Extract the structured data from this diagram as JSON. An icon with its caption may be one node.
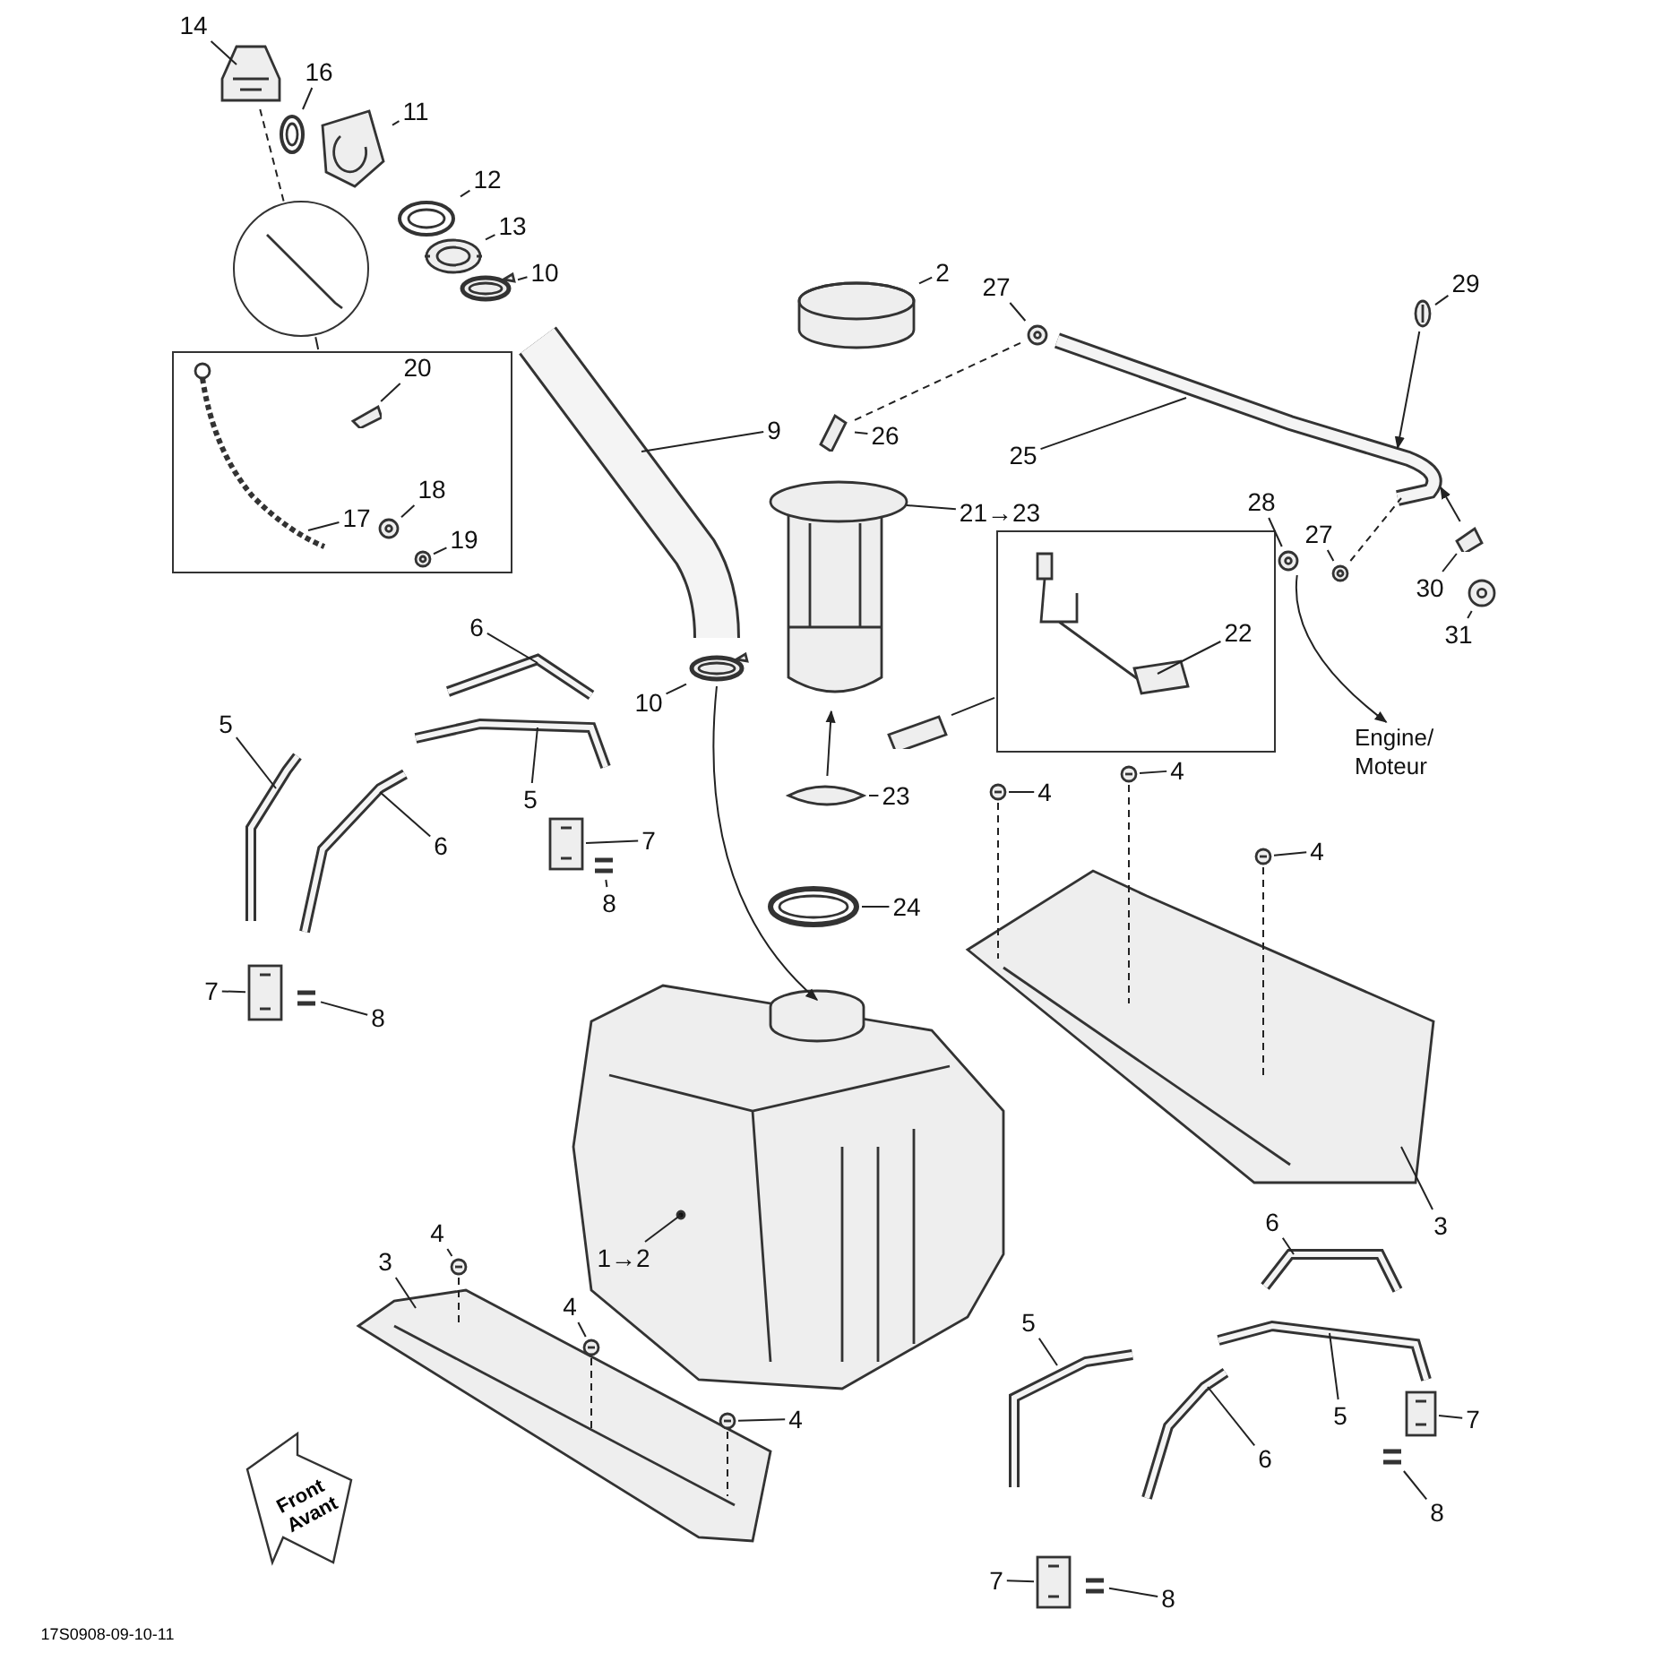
{
  "diagram": {
    "nodes": [
      {
        "text": [
          "14"
        ]
      },
      {
        "text": [
          "16"
        ]
      },
      {
        "text": [
          "11"
        ]
      },
      {
        "text": [
          "12"
        ]
      },
      {
        "text": [
          "13"
        ]
      },
      {
        "text": [
          "10"
        ]
      },
      {
        "text": [],
        "shape": "circle"
      },
      {
        "text": [],
        "shape": "box"
      },
      {
        "text": [
          "20"
        ],
        "in": 7
      },
      {
        "text": [
          "17"
        ],
        "in": 7
      },
      {
        "text": [
          "18"
        ],
        "in": 7
      },
      {
        "text": [
          "19"
        ],
        "in": 7
      },
      {
        "text": [
          "9"
        ]
      },
      {
        "text": [
          "2"
        ]
      },
      {
        "text": [
          "27"
        ]
      },
      {
        "text": [
          "29"
        ]
      },
      {
        "text": [
          "26"
        ]
      },
      {
        "text": [
          "25"
        ]
      },
      {
        "text": [
          "21→23"
        ]
      },
      {
        "text": [],
        "shape": "box"
      },
      {
        "text": [
          "22"
        ],
        "in": 19
      },
      {
        "text": [
          "28"
        ]
      },
      {
        "text": [
          "27"
        ]
      },
      {
        "text": [
          "30"
        ]
      },
      {
        "text": [
          "31"
        ]
      },
      {
        "text": [
          "Engine/ Moteur"
        ]
      },
      {
        "text": [
          "6"
        ]
      },
      {
        "text": [
          "5"
        ]
      },
      {
        "text": [
          "5"
        ]
      },
      {
        "text": [
          "10"
        ]
      },
      {
        "text": [
          "23"
        ]
      },
      {
        "text": [
          "4"
        ]
      },
      {
        "text": [
          "4"
        ]
      },
      {
        "text": [
          "4"
        ]
      },
      {
        "text": [
          "6"
        ]
      },
      {
        "text": [
          "7"
        ]
      },
      {
        "text": [
          "8"
        ]
      },
      {
        "text": [
          "24"
        ]
      },
      {
        "text": [
          "7"
        ]
      },
      {
        "text": [
          "8"
        ]
      },
      {
        "text": [
          "3"
        ]
      },
      {
        "text": [
          "1→2"
        ],
        "in": 93
      },
      {
        "text": [
          "4"
        ]
      },
      {
        "text": [
          "3"
        ]
      },
      {
        "text": [
          "4"
        ]
      },
      {
        "text": [
          "4"
        ]
      },
      {
        "text": [
          "6"
        ]
      },
      {
        "text": [
          "5"
        ]
      },
      {
        "text": [
          "5"
        ]
      },
      {
        "text": [
          "6"
        ]
      },
      {
        "text": [
          "7"
        ]
      },
      {
        "text": [
          "8"
        ]
      },
      {
        "text": [
          "7"
        ]
      },
      {
        "text": [
          "8"
        ]
      },
      {
        "text": [],
        "shape": "picture"
      },
      {
        "text": [],
        "shape": "picture"
      },
      {
        "text": [],
        "shape": "picture"
      },
      {
        "text": [],
        "shape": "picture"
      },
      {
        "text": [],
        "shape": "picture"
      },
      {
        "text": [],
        "shape": "picture"
      },
      {
        "text": [],
        "shape": "picture"
      },
      {
        "text": [],
        "shape": "picture"
      },
      {
        "text": [],
        "shape": "picture",
        "in": 6
      },
      {
        "text": [],
        "shape": "picture",
        "in": 7
      },
      {
        "text": [],
        "shape": "picture",
        "in": 7
      },
      {
        "text": [],
        "shape": "picture",
        "in": 7
      },
      {
        "text": [],
        "shape": "picture",
        "in": 7
      },
      {
        "text": [],
        "shape": "picture"
      },
      {
        "text": [],
        "shape": "picture"
      },
      {
        "text": [],
        "shape": "picture"
      },
      {
        "text": [],
        "shape": "picture"
      },
      {
        "text": [],
        "shape": "picture",
        "in": 19
      },
      {
        "text": [],
        "shape": "picture"
      },
      {
        "text": [],
        "shape": "picture"
      },
      {
        "text": [],
        "shape": "picture"
      },
      {
        "text": [],
        "shape": "picture"
      },
      {
        "text": [],
        "shape": "picture"
      },
      {
        "text": [],
        "shape": "picture"
      },
      {
        "text": [],
        "shape": "picture"
      },
      {
        "text": [],
        "shape": "picture"
      },
      {
        "text": [],
        "shape": "picture"
      },
      {
        "text": [],
        "shape": "picture"
      },
      {
        "text": [],
        "shape": "picture"
      },
      {
        "text": [],
        "shape": "picture"
      },
      {
        "text": [],
        "shape": "picture"
      },
      {
        "text": [],
        "shape": "picture"
      },
      {
        "text": [],
        "shape": "picture"
      },
      {
        "text": [],
        "shape": "picture"
      },
      {
        "text": [],
        "shape": "picture"
      },
      {
        "text": [],
        "shape": "picture"
      },
      {
        "text": [],
        "shape": "picture"
      },
      {
        "text": [],
        "shape": "picture"
      },
      {
        "text": [],
        "shape": "picture"
      },
      {
        "text": [],
        "shape": "picture"
      },
      {
        "text": [],
        "shape": "picture"
      },
      {
        "text": [],
        "shape": "picture"
      },
      {
        "text": [],
        "shape": "picture"
      },
      {
        "text": [],
        "shape": "picture"
      },
      {
        "text": [],
        "shape": "picture"
      },
      {
        "text": [],
        "shape": "picture"
      },
      {
        "text": [],
        "shape": "picture"
      },
      {
        "text": [],
        "shape": "picture"
      },
      {
        "text": [],
        "shape": "picture"
      },
      {
        "text": [],
        "shape": "picture"
      },
      {
        "text": [],
        "shape": "picture"
      },
      {
        "text": [],
        "shape": "picture"
      }
    ],
    "edges": [
      {
        "from": 0,
        "to": 54,
        "arrow": "none"
      },
      {
        "from": 1,
        "to": 55,
        "arrow": "none"
      },
      {
        "from": 2,
        "to": 56,
        "arrow": "none"
      },
      {
        "from": 3,
        "to": 57,
        "arrow": "none"
      },
      {
        "from": 4,
        "to": 58,
        "arrow": "none"
      },
      {
        "from": 5,
        "to": 59,
        "arrow": "none"
      },
      {
        "from": 6,
        "to": 54,
        "arrow": "none",
        "style": "dashed"
      },
      {
        "from": 6,
        "to": 7,
        "arrow": "none"
      },
      {
        "from": 8,
        "to": 64,
        "arrow": "none"
      },
      {
        "from": 9,
        "to": 63,
        "arrow": "none"
      },
      {
        "from": 10,
        "to": 65,
        "arrow": "none"
      },
      {
        "from": 11,
        "to": 66,
        "arrow": "none"
      },
      {
        "from": 12,
        "to": 60,
        "arrow": "none"
      },
      {
        "from": 13,
        "to": 67,
        "arrow": "none"
      },
      {
        "from": 14,
        "to": 72,
        "arrow": "none"
      },
      {
        "from": 15,
        "to": 74,
        "arrow": "none"
      },
      {
        "from": 16,
        "to": 69,
        "arrow": "none"
      },
      {
        "from": 17,
        "to": 73,
        "arrow": "none"
      },
      {
        "from": 18,
        "to": 68,
        "arrow": "none"
      },
      {
        "from": 19,
        "to": 70,
        "arrow": "none"
      },
      {
        "from": 20,
        "to": 71,
        "arrow": "none"
      },
      {
        "from": 21,
        "to": 75,
        "arrow": "none"
      },
      {
        "from": 22,
        "to": 76,
        "arrow": "none"
      },
      {
        "from": 23,
        "to": 77,
        "arrow": "none"
      },
      {
        "from": 24,
        "to": 78,
        "arrow": "none"
      },
      {
        "from": 75,
        "to": 25,
        "arrow": "to"
      },
      {
        "from": 26,
        "to": 79,
        "arrow": "none"
      },
      {
        "from": 27,
        "to": 80,
        "arrow": "none"
      },
      {
        "from": 28,
        "to": 81,
        "arrow": "none"
      },
      {
        "from": 29,
        "to": 61,
        "arrow": "none"
      },
      {
        "from": 30,
        "to": 82,
        "arrow": "none"
      },
      {
        "from": 31,
        "to": 83,
        "arrow": "none"
      },
      {
        "from": 32,
        "to": 84,
        "arrow": "none"
      },
      {
        "from": 33,
        "to": 85,
        "arrow": "none"
      },
      {
        "from": 34,
        "to": 86,
        "arrow": "none"
      },
      {
        "from": 35,
        "to": 87,
        "arrow": "none"
      },
      {
        "from": 36,
        "to": 88,
        "arrow": "none"
      },
      {
        "from": 37,
        "to": 89,
        "arrow": "none"
      },
      {
        "from": 38,
        "to": 90,
        "arrow": "none"
      },
      {
        "from": 39,
        "to": 91,
        "arrow": "none"
      },
      {
        "from": 40,
        "to": 92,
        "arrow": "none"
      },
      {
        "from": 41,
        "to": 93,
        "arrow": "none"
      },
      {
        "from": 42,
        "to": 94,
        "arrow": "none"
      },
      {
        "from": 43,
        "to": 95,
        "arrow": "none"
      },
      {
        "from": 44,
        "to": 96,
        "arrow": "none"
      },
      {
        "from": 45,
        "to": 97,
        "arrow": "none"
      },
      {
        "from": 46,
        "to": 98,
        "arrow": "none"
      },
      {
        "from": 47,
        "to": 99,
        "arrow": "none"
      },
      {
        "from": 48,
        "to": 100,
        "arrow": "none"
      },
      {
        "from": 49,
        "to": 101,
        "arrow": "none"
      },
      {
        "from": 50,
        "to": 102,
        "arrow": "none"
      },
      {
        "from": 51,
        "to": 103,
        "arrow": "none"
      },
      {
        "from": 52,
        "to": 104,
        "arrow": "none"
      },
      {
        "from": 53,
        "to": 105,
        "arrow": "none"
      },
      {
        "from": 69,
        "to": 72,
        "arrow": "none",
        "style": "dashed"
      },
      {
        "from": 76,
        "to": 73,
        "arrow": "none",
        "style": "dashed"
      },
      {
        "from": 61,
        "to": 93,
        "arrow": "to"
      },
      {
        "from": 82,
        "to": 68,
        "arrow": "to"
      },
      {
        "from": 74,
        "to": 73,
        "arrow": "to"
      },
      {
        "from": 77,
        "to": 73,
        "arrow": "to"
      },
      {
        "from": 83,
        "to": 92,
        "arrow": "none",
        "style": "dashed"
      },
      {
        "from": 84,
        "to": 92,
        "arrow": "none",
        "style": "dashed"
      },
      {
        "from": 85,
        "to": 92,
        "arrow": "none",
        "style": "dashed"
      },
      {
        "from": 94,
        "to": 95,
        "arrow": "none",
        "style": "dashed"
      },
      {
        "from": 96,
        "to": 95,
        "arrow": "none",
        "style": "dashed"
      },
      {
        "from": 97,
        "to": 95,
        "arrow": "none",
        "style": "dashed"
      }
    ],
    "labels": [
      "Front Avant",
      "17S0908-09-10-11"
    ]
  }
}
